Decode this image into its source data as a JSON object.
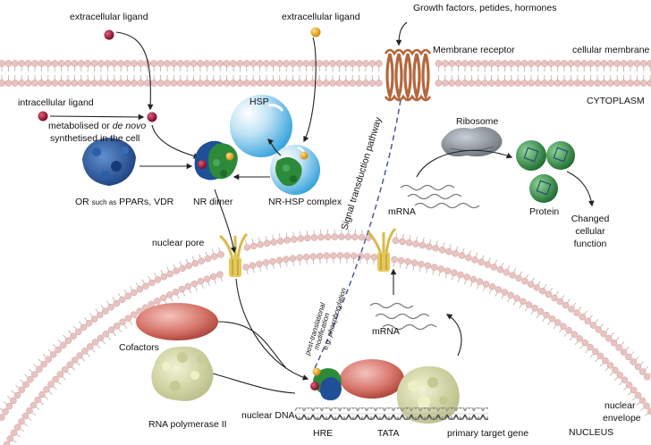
{
  "labels": {
    "extracellular_ligand_left": "extracellular ligand",
    "extracellular_ligand_right": "extracellular ligand",
    "growth_factors": "Growth factors, petides, hormones",
    "membrane_receptor": "Membrane receptor",
    "cellular_membrane": "cellular membrane",
    "cytoplasm": "CYTOPLASM",
    "intracellular_ligand": "intracellular ligand",
    "metabolised_line1_a": "metabolised or ",
    "metabolised_line1_b": "de novo",
    "metabolised_line2": "synthetised in the cell",
    "hsp": "HSP",
    "signal_transduction": "Signal transduction pathway",
    "ribosome": "Ribosome",
    "or_prefix": "OR ",
    "or_such_as": "such as",
    "or_suffix": " PPARs, VDR",
    "nr_dimer": "NR dimer",
    "nr_hsp_complex": "NR-HSP complex",
    "mrna_top": "mRNA",
    "protein": "Protein",
    "changed_cellular_function": [
      "Changed",
      "cellular",
      "function"
    ],
    "nuclear_pore": "nuclear pore",
    "post_translational": [
      "post-translational",
      "modification",
      "e.g. phosphorylation"
    ],
    "mrna_bottom": "mRNA",
    "cofactors": "Cofactors",
    "rna_polymerase": "RNA polymerase II",
    "nuclear_dna": "nuclear DNA",
    "hre": "HRE",
    "tata": "TATA",
    "primary_target_gene": "primary target gene",
    "nucleus": "NUCLEUS",
    "nuclear_envelope": [
      "nuclear",
      "envelope"
    ]
  },
  "colors": {
    "lipid_head": "#e9c3c0",
    "lipid_tail": "#c9a8a4",
    "receptor": "#c67a50",
    "hsp_blue": "#3aa5dd",
    "nr_green": "#2d8a3a",
    "nr_blue": "#1f4f96",
    "ligand_red": "#8e1030",
    "ligand_orange": "#e9a21d",
    "cofactor_red": "#c8594f",
    "polymerase": "#d9dcb0",
    "ribosome": "#8a9099",
    "pore_yellow": "#d9b94a",
    "signal_dash": "#4a5a9a"
  }
}
